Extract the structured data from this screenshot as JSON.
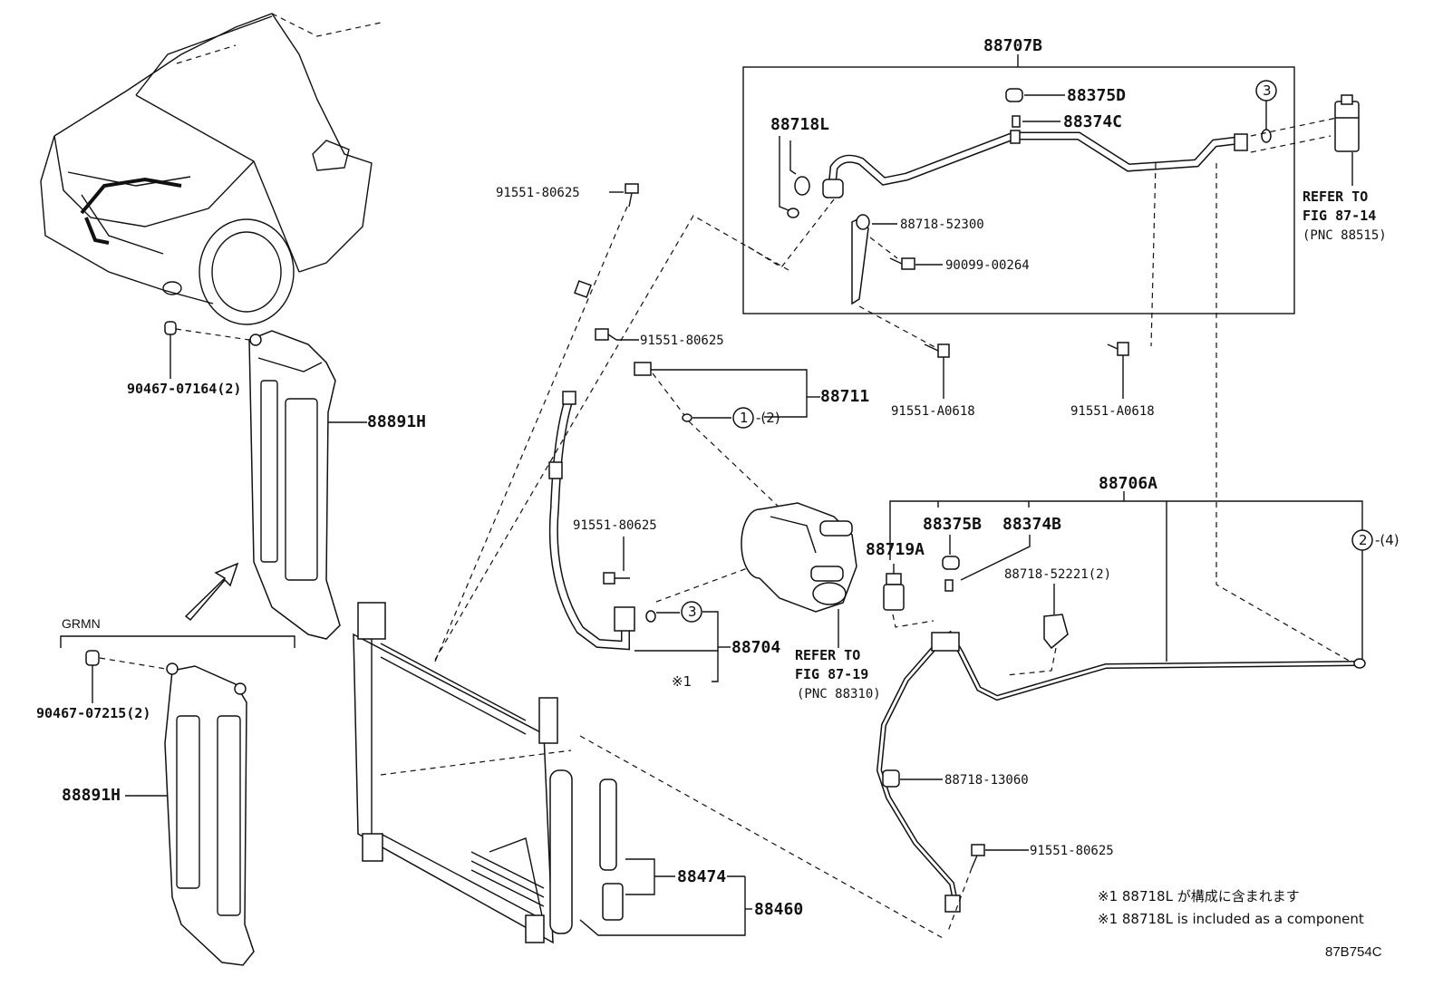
{
  "diagram_code": "87B754C",
  "group_labels": {
    "hose_kit": "88707B",
    "tube_kit": "88706A",
    "grmn": "GRMN"
  },
  "parts": {
    "p88375D": "88375D",
    "p88374C": "88374C",
    "p88718L": "88718L",
    "p88718_52300": "88718-52300",
    "p90099_00264": "90099-00264",
    "p91551_A0618_a": "91551-A0618",
    "p91551_A0618_b": "91551-A0618",
    "p91551_80625_top": "91551-80625",
    "p91551_80625_mid": "91551-80625",
    "p91551_80625_left": "91551-80625",
    "p91551_80625_bottom": "91551-80625",
    "p88711": "88711",
    "p88704": "88704",
    "p88375B": "88375B",
    "p88374B": "88374B",
    "p88719A": "88719A",
    "p88718_52221": "88718-52221(2)",
    "p88718_13060": "88718-13060",
    "p90467_07164": "90467-07164(2)",
    "p88891H_top": "88891H",
    "p90467_07215": "90467-07215(2)",
    "p88891H_bottom": "88891H",
    "p88474": "88474",
    "p88460": "88460"
  },
  "callouts": {
    "c1": "1",
    "c1_qty": "-(2)",
    "c2": "2",
    "c2_qty": "-(4)",
    "c3_top": "3",
    "c3_mid": "3"
  },
  "refs": {
    "ref_top_1": "REFER TO",
    "ref_top_2": "FIG 87-14",
    "ref_top_3": "(PNC 88515)",
    "ref_mid_1": "REFER TO",
    "ref_mid_2": "FIG 87-19",
    "ref_mid_3": "(PNC 88310)"
  },
  "footnote_marker": "※1",
  "notes": {
    "jp": "※1 88718L が構成に含まれます",
    "en": "※1 88718L is included as a component"
  }
}
